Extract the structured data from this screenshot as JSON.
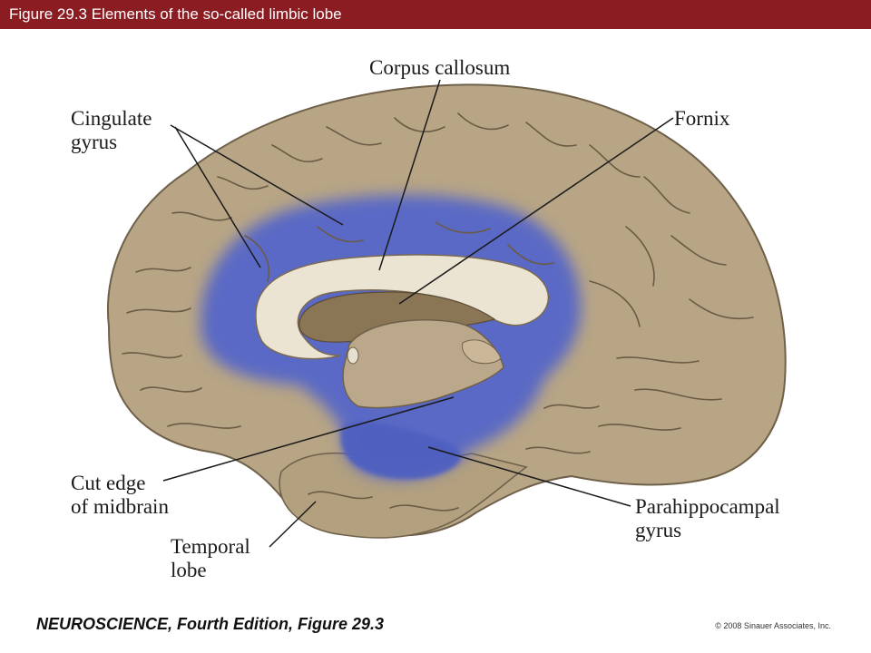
{
  "header": {
    "title": "Figure 29.3  Elements of the so-called limbic lobe"
  },
  "labels": {
    "corpus_callosum": "Corpus callosum",
    "cingulate_line1": "Cingulate",
    "cingulate_line2": "gyrus",
    "fornix": "Fornix",
    "cut_edge_line1": "Cut edge",
    "cut_edge_line2": "of midbrain",
    "parahippocampal_line1": "Parahippocampal",
    "parahippocampal_line2": "gyrus",
    "temporal_line1": "Temporal",
    "temporal_line2": "lobe"
  },
  "footer": {
    "book": "NEUROSCIENCE, Fourth Edition, Figure 29.3",
    "copyright": "© 2008 Sinauer Associates, Inc."
  },
  "colors": {
    "title_bar": "#8b1c22",
    "brain": "#b8a585",
    "limbic_highlight": "#5566c8",
    "corpus_callosum": "#ece4d2"
  }
}
